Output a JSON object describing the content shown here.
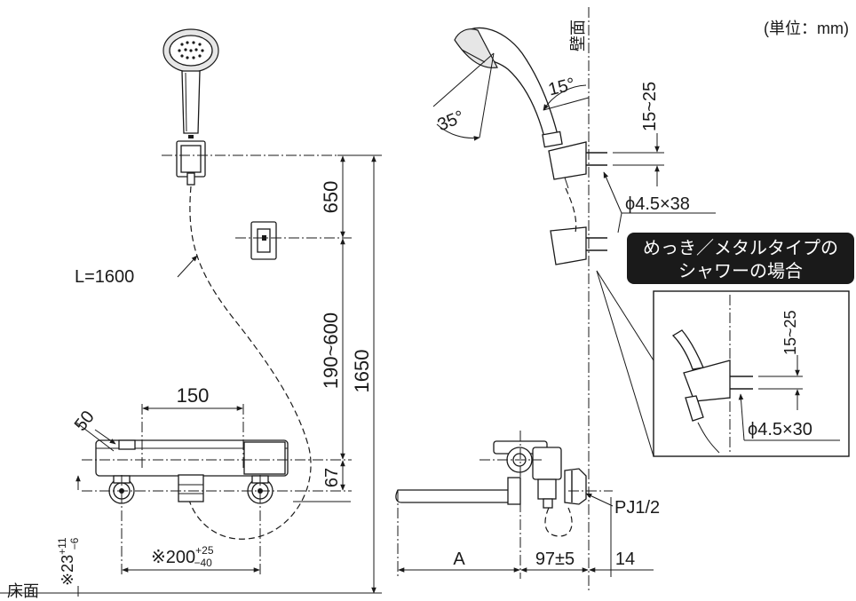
{
  "unit_note": "(単位：mm)",
  "wall_label": "壁面",
  "floor_label": "床面",
  "hose_length": "L=1600",
  "dimensions": {
    "d650": "650",
    "d190_600": "190~600",
    "d1650": "1650",
    "d67": "67",
    "d150": "150",
    "d50": "50",
    "d200_main": "※200",
    "d200_sup": "+25",
    "d200_sub": "−40",
    "d23_main": "※23",
    "d23_sup": "+11",
    "d23_sub": "−6",
    "angle15": "15°",
    "angle35": "35°",
    "d15_25": "15~25",
    "screw_38": "ϕ4.5×38",
    "detail_15_25": "15~25",
    "screw_30": "ϕ4.5×30",
    "pj": "PJ1/2",
    "dA": "A",
    "d97": "97±5",
    "d14": "14"
  },
  "callout": {
    "line1": "めっき／メタルタイプの",
    "line2": "シャワーの場合",
    "background": "#1a1a1a",
    "text_color": "#ffffff"
  }
}
